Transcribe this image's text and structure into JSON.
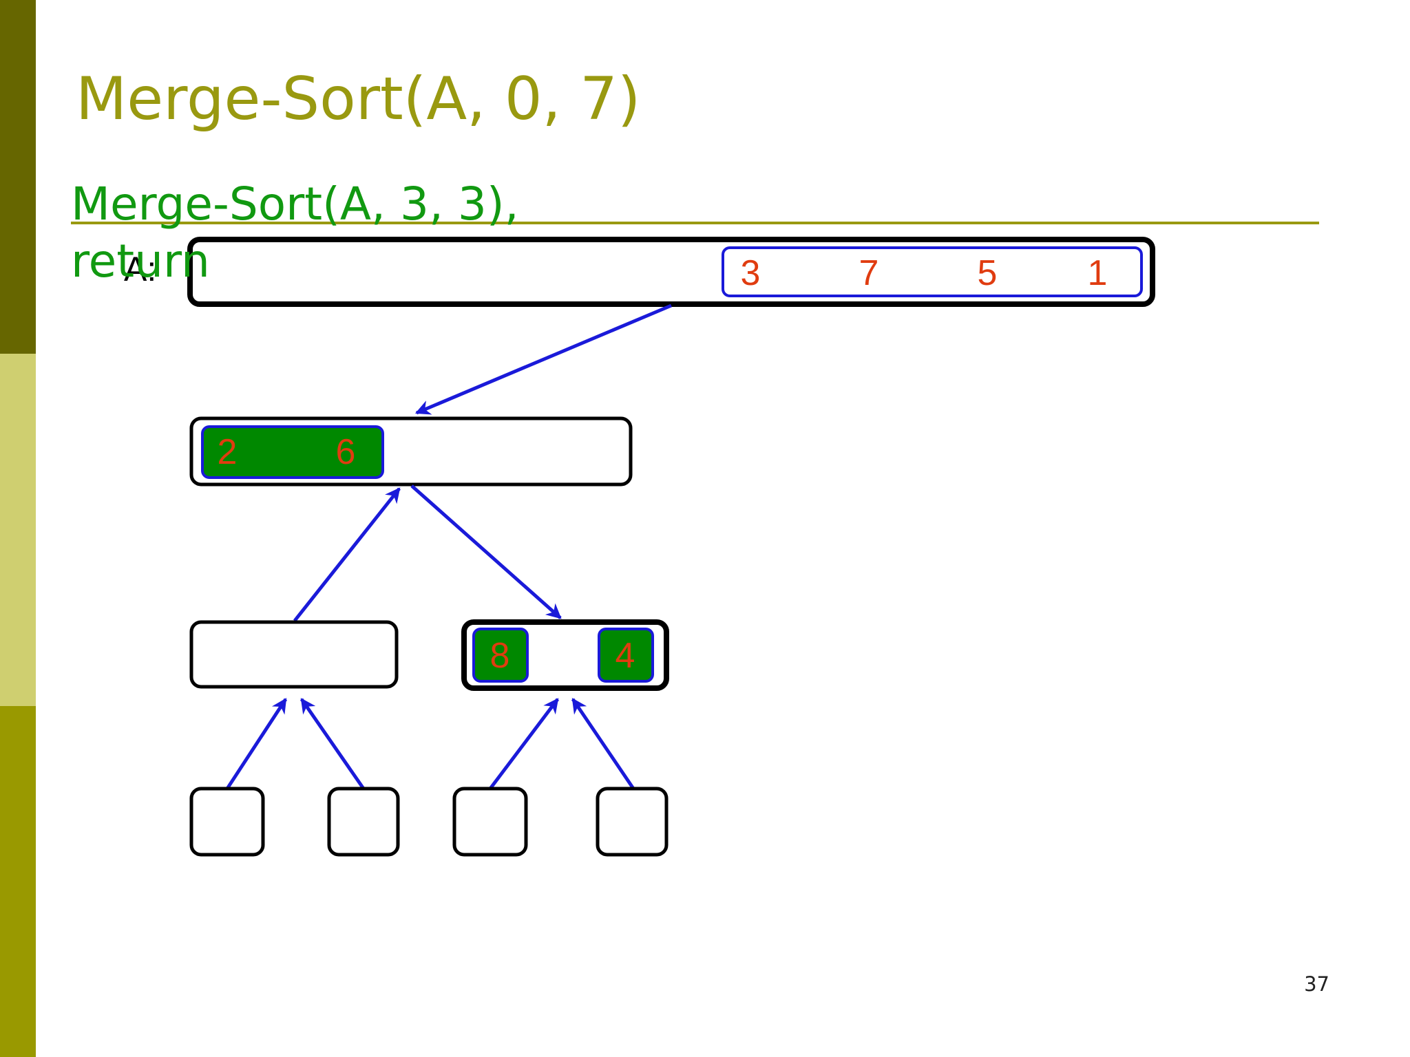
{
  "slide": {
    "title": "Merge-Sort(A, 0, 7)",
    "subtitle": "Merge-Sort(A, 3, 3), return",
    "array_label": "A:",
    "page_number": "37"
  },
  "diagram": {
    "root_values": [
      "3",
      "7",
      "5",
      "1"
    ],
    "level1_left_values": [
      "2",
      "6"
    ],
    "level2_right_values": [
      "8",
      "4"
    ]
  },
  "colors": {
    "sidebar_dark": "#666600",
    "sidebar_light": "#cfcf70",
    "sidebar_olive": "#999900",
    "title": "#999910",
    "subtitle": "#119911",
    "arrow": "#1a1ad9",
    "cell_border": "#1a1ad9",
    "value_text": "#e03c10",
    "sorted_fill": "#008800",
    "node_border": "#000000"
  }
}
